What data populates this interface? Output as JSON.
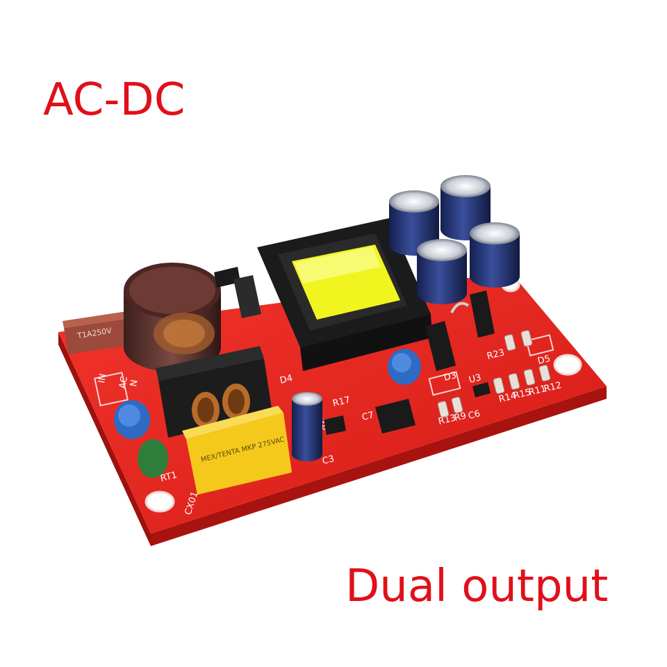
{
  "captions": {
    "top": "AC-DC",
    "bottom": "Dual output"
  },
  "colors": {
    "caption": "#e0101b",
    "pcb": "#e5231d",
    "silkscreen": "#ffffff",
    "transformer_tape": "#f1f51f",
    "capacitor_blue": "#1d2f6b",
    "x_capacitor": "#f5c91c",
    "y_capacitor": "#2e6bc4"
  },
  "board": {
    "silk_labels": {
      "input": "IN",
      "ac": "AC",
      "n": "N",
      "rt1": "RT1",
      "cx01": "CX01",
      "c3": "C3",
      "c7": "C7",
      "r17": "R17",
      "r13": "R13",
      "r9": "R9",
      "c6": "C6",
      "r14": "R14",
      "r15": "R15",
      "r11": "R11",
      "r12": "R12",
      "d3": "D3",
      "d4": "D4",
      "d5": "D5",
      "u3": "U3",
      "r23": "R23",
      "r6": "R6"
    },
    "fuse_text": "T1A250V",
    "x_cap_text": "MEX/TENTA MKP 275VAC"
  }
}
